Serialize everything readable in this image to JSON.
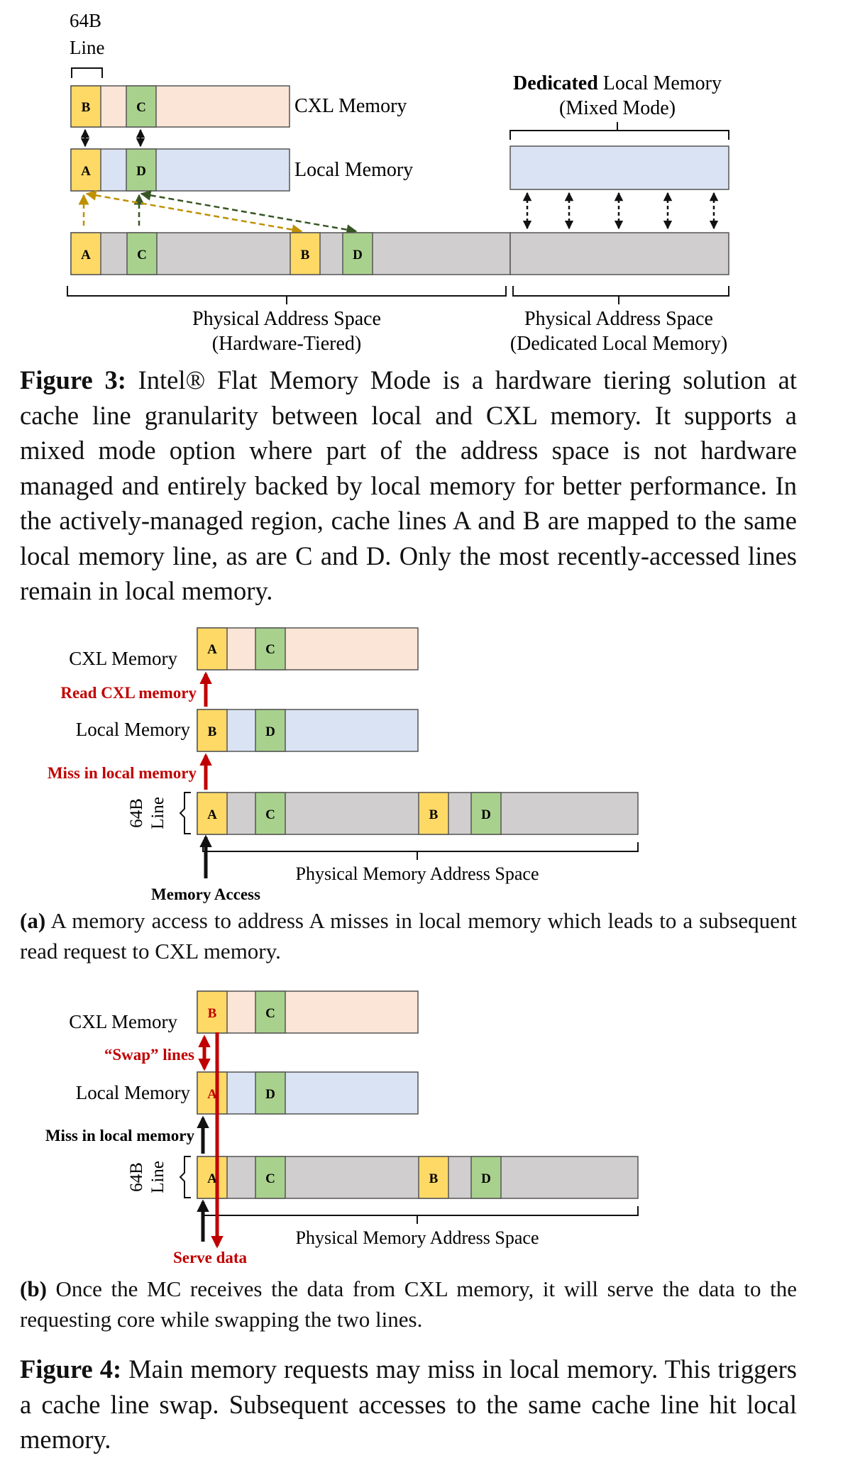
{
  "fig3": {
    "line_label_1": "64B",
    "line_label_2": "Line",
    "cxl_memory": "CXL Memory",
    "local_memory": "Local Memory",
    "dedicated_bold": "Dedicated",
    "dedicated_rest": " Local Memory",
    "mixed_mode": "(Mixed Mode)",
    "pas_left_1": "Physical Address Space",
    "pas_left_2": "(Hardware-Tiered)",
    "pas_right_1": "Physical Address Space",
    "pas_right_2": "(Dedicated Local Memory)",
    "cells": {
      "a": "A",
      "b": "B",
      "c": "C",
      "d": "D"
    },
    "caption_label": "Figure 3:",
    "caption_text": " Intel® Flat Memory Mode is a hardware tiering solution at cache line granularity between local and CXL memory. It supports a mixed mode option where part of the address space is not hardware managed and entirely backed by local memory for better performance. In the actively-managed region, cache lines A and B are mapped to the same local memory line, as are C and D. Only the most recently-accessed lines remain in local memory."
  },
  "fig4a": {
    "cxl_memory": "CXL Memory",
    "local_memory": "Local Memory",
    "read_cxl": "Read CXL memory",
    "miss_local": "Miss in local memory",
    "line_label_1": "64B",
    "line_label_2": "Line",
    "pmas": "Physical Memory Address Space",
    "memory_access": "Memory Access",
    "cells": {
      "a": "A",
      "b": "B",
      "c": "C",
      "d": "D"
    },
    "caption_label": "(a)",
    "caption_text": " A memory access to address A misses in local memory which leads to a subsequent read request to CXL memory."
  },
  "fig4b": {
    "cxl_memory": "CXL Memory",
    "local_memory": "Local Memory",
    "swap_lines": "“Swap” lines",
    "miss_local": "Miss in local memory",
    "line_label_1": "64B",
    "line_label_2": "Line",
    "pmas": "Physical Memory Address Space",
    "serve_data": "Serve data",
    "cells": {
      "a": "A",
      "b": "B",
      "c": "C",
      "d": "D"
    },
    "caption_label": "(b)",
    "caption_text": " Once the MC receives the data from CXL memory, it will serve the data to the requesting core while swapping the two lines."
  },
  "fig4": {
    "caption_label": "Figure 4:",
    "caption_text": " Main memory requests may miss in local memory. This triggers a cache line swap. Subsequent accesses to the same cache line hit local memory."
  },
  "colors": {
    "cxl_fill": "#fbe5d6",
    "local_fill": "#dae3f3",
    "gray_fill": "#d0cece",
    "yellow": "#ffd966",
    "green": "#a9d18e",
    "red": "#c00000",
    "gold_arrow": "#bf9000",
    "green_arrow": "#375623"
  }
}
